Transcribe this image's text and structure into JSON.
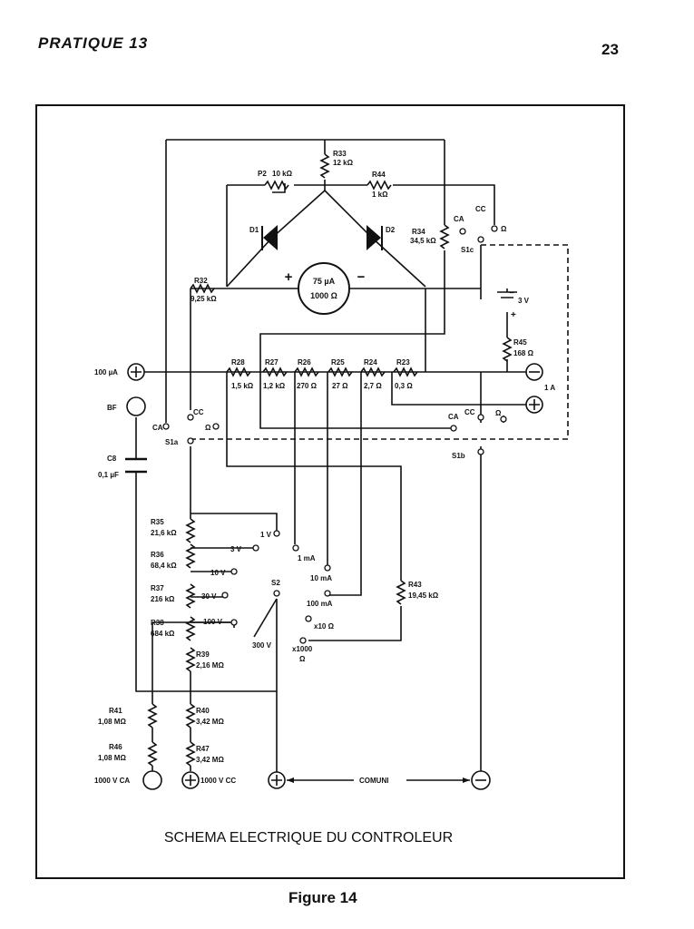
{
  "header": {
    "left": "PRATIQUE 13",
    "page_number": "23"
  },
  "figure": {
    "title": "SCHEMA ELECTRIQUE DU CONTROLEUR",
    "caption": "Figure 14"
  },
  "meter": {
    "range": "75 µA",
    "resistance": "1000 Ω",
    "plus": "+",
    "minus": "−"
  },
  "diodes": {
    "d1": "D1",
    "d2": "D2"
  },
  "resistors": {
    "r33": {
      "name": "R33",
      "value": "12 kΩ"
    },
    "p2": {
      "name": "P2",
      "value": "10 kΩ"
    },
    "r44": {
      "name": "R44",
      "value": "1 kΩ"
    },
    "r34": {
      "name": "R34",
      "value": "34,5 kΩ"
    },
    "r32": {
      "name": "R32",
      "value": "9,25 kΩ"
    },
    "r45": {
      "name": "R45",
      "value": "168 Ω"
    },
    "r28": {
      "name": "R28",
      "value": "1,5 kΩ"
    },
    "r27": {
      "name": "R27",
      "value": "1,2 kΩ"
    },
    "r26": {
      "name": "R26",
      "value": "270 Ω"
    },
    "r25": {
      "name": "R25",
      "value": "27 Ω"
    },
    "r24": {
      "name": "R24",
      "value": "2,7 Ω"
    },
    "r23": {
      "name": "R23",
      "value": "0,3 Ω"
    },
    "r43": {
      "name": "R43",
      "value": "19,45 kΩ"
    },
    "r35": {
      "name": "R35",
      "value": "21,6 kΩ"
    },
    "r36": {
      "name": "R36",
      "value": "68,4 kΩ"
    },
    "r37": {
      "name": "R37",
      "value": "216 kΩ"
    },
    "r38": {
      "name": "R38",
      "value": "684 kΩ"
    },
    "r39": {
      "name": "R39",
      "value": "2,16 MΩ"
    },
    "r40": {
      "name": "R40",
      "value": "3,42 MΩ"
    },
    "r47": {
      "name": "R47",
      "value": "3,42 MΩ"
    },
    "r41": {
      "name": "R41",
      "value": "1,08 MΩ"
    },
    "r46": {
      "name": "R46",
      "value": "1,08 MΩ"
    }
  },
  "battery": {
    "value": "3 V",
    "minus": "−",
    "plus": "+"
  },
  "capacitor": {
    "name": "C8",
    "value": "0,1 µF"
  },
  "switches": {
    "s1a": "S1a",
    "s1b": "S1b",
    "s1c": "S1c",
    "s2": "S2",
    "ca": "CA",
    "cc": "CC",
    "ohm": "Ω"
  },
  "terminals": {
    "t100ua": "100 µA",
    "bf": "BF",
    "t1a": "1 A",
    "t1000vca": "1000 V CA",
    "t1000vcc": "1000 V CC",
    "comuni": "COMUNI"
  },
  "ranges": {
    "v1": "1 V",
    "v3": "3 V",
    "v10": "10 V",
    "v30": "30 V",
    "v100": "100 V",
    "v300": "300 V",
    "ma1": "1 mA",
    "ma10": "10 mA",
    "ma100": "100 mA",
    "x10": "x10 Ω",
    "x1000a": "x1000",
    "x1000b": "Ω"
  }
}
